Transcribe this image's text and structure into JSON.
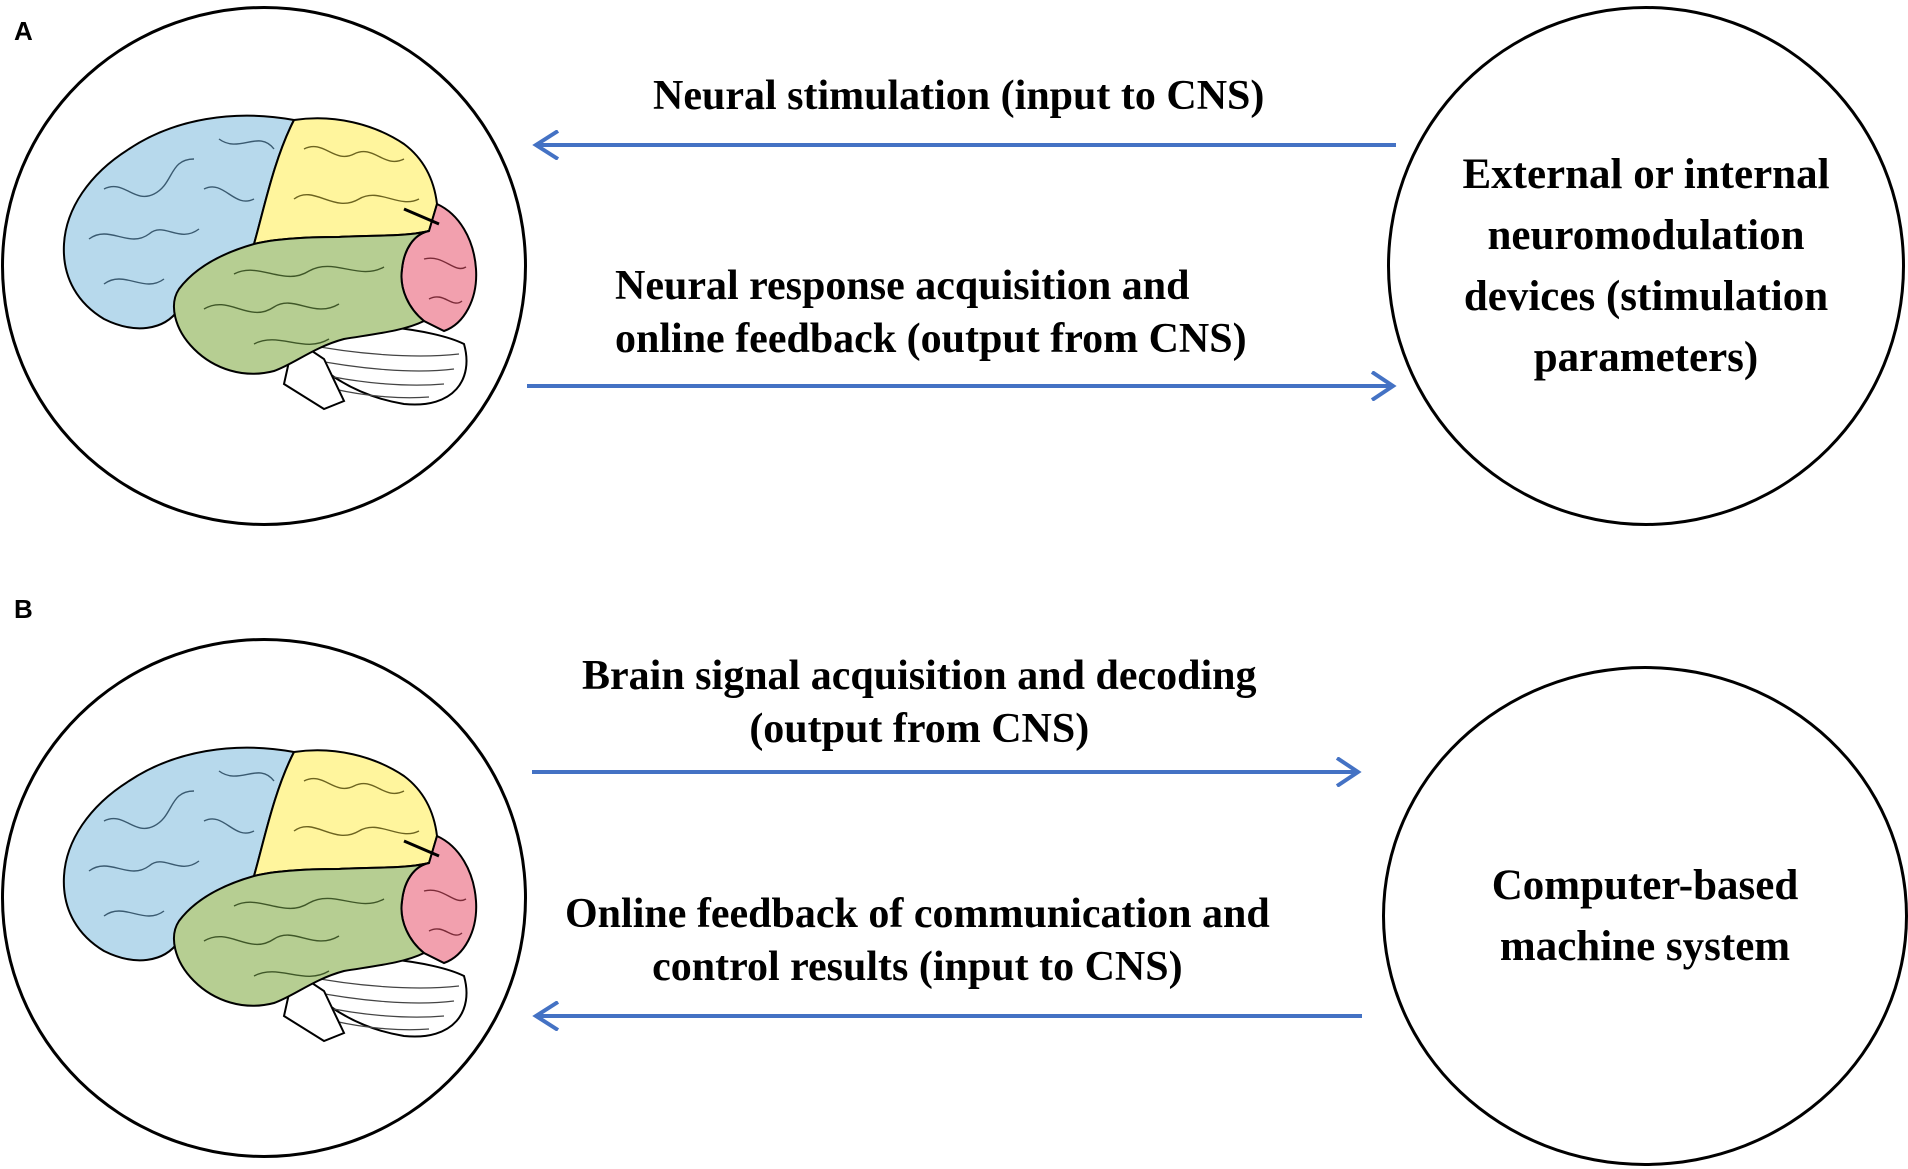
{
  "colors": {
    "arrow": "#4472C4",
    "frontal": "#B7D9EC",
    "parietal": "#FFF59D",
    "temporal": "#B6CE92",
    "occipital": "#F2A0AE",
    "cerebellum": "#FFFFFF",
    "outline": "#000000"
  },
  "panel_a": {
    "label": "A",
    "brain_icon": "brain-illustration",
    "top_arrow": {
      "label": "Neural stimulation (input to CNS)",
      "direction": "left"
    },
    "bottom_arrow": {
      "lines": [
        "Neural response acquisition and",
        "online feedback (output from CNS)"
      ],
      "direction": "right"
    },
    "device_lines": [
      "External or internal",
      "neuromodulation",
      "devices (stimulation",
      "parameters)"
    ]
  },
  "panel_b": {
    "label": "B",
    "brain_icon": "brain-illustration",
    "top_arrow": {
      "lines": [
        "Brain signal acquisition and decoding",
        "(output from CNS)"
      ],
      "direction": "right"
    },
    "bottom_arrow": {
      "lines": [
        "Online feedback of communication and",
        "control results (input to CNS)"
      ],
      "direction": "left"
    },
    "device_lines": [
      "Computer-based",
      "machine system"
    ]
  }
}
